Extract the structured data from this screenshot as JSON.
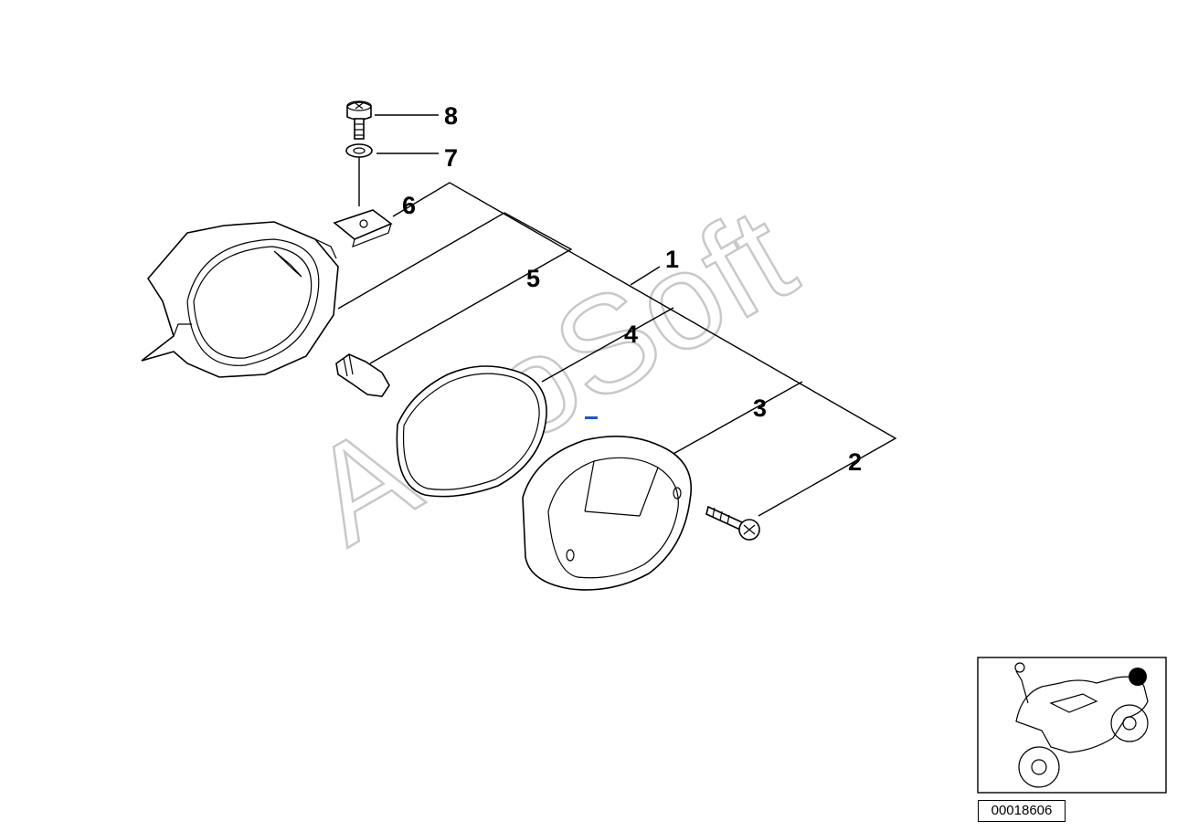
{
  "watermark": {
    "text": "AutoSoft"
  },
  "callouts": [
    {
      "number": "1",
      "part": "tail-light-assembly"
    },
    {
      "number": "2",
      "part": "screw"
    },
    {
      "number": "3",
      "part": "lens"
    },
    {
      "number": "4",
      "part": "gasket"
    },
    {
      "number": "5",
      "part": "bulb"
    },
    {
      "number": "6",
      "part": "clip-nut"
    },
    {
      "number": "7",
      "part": "washer"
    },
    {
      "number": "8",
      "part": "bolt"
    }
  ],
  "diagram_code": "00018606",
  "colors": {
    "line": "#000000",
    "watermark": "#c8c8c8",
    "background": "#ffffff",
    "marker": "#2255cc"
  }
}
